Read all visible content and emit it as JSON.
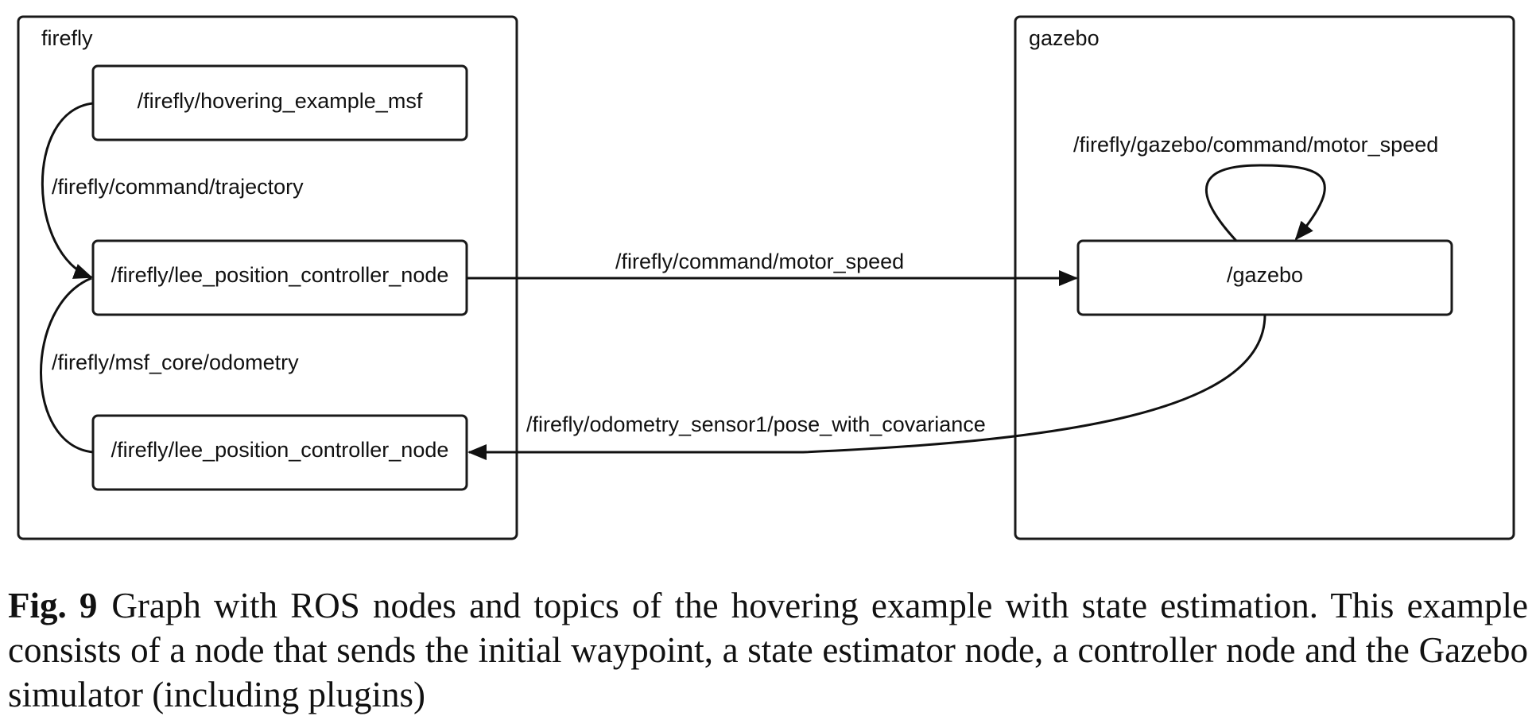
{
  "clusters": {
    "firefly": {
      "label": "firefly"
    },
    "gazebo": {
      "label": "gazebo"
    }
  },
  "nodes": {
    "hovering_example": "/firefly/hovering_example_msf",
    "controller_top": "/firefly/lee_position_controller_node",
    "controller_bottom": "/firefly/lee_position_controller_node",
    "gazebo": "/gazebo"
  },
  "edges": {
    "command_trajectory": "/firefly/command/trajectory",
    "msf_core_odometry": "/firefly/msf_core/odometry",
    "command_motor_speed": "/firefly/command/motor_speed",
    "gazebo_motor_speed": "/firefly/gazebo/command/motor_speed",
    "odometry_pose": "/firefly/odometry_sensor1/pose_with_covariance"
  },
  "caption": {
    "label": "Fig. 9",
    "text": "Graph with ROS nodes and topics of the hovering example with state estimation. This example consists of a node that sends the initial waypoint, a state estimator node, a controller node and the Gazebo simulator (including plugins)"
  }
}
